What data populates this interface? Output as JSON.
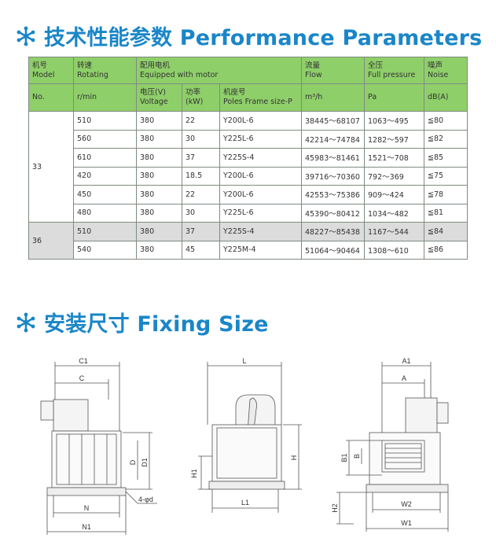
{
  "section1": {
    "title": "技术性能参数 Performance Parameters"
  },
  "section2": {
    "title": "安装尺寸 Fixing Size"
  },
  "table": {
    "header1": {
      "model_cn": "机号",
      "model_en": "Model",
      "rotating_cn": "转速",
      "rotating_en": "Rotating",
      "motor_cn": "配用电机",
      "motor_en": "Equipped with motor",
      "flow_cn": "流量",
      "flow_en": "Flow",
      "pressure_cn": "全压",
      "pressure_en": "Full pressure",
      "noise_cn": "噪声",
      "noise_en": "Noise"
    },
    "header2": {
      "no": "No.",
      "rpm": "r/min",
      "voltage_cn": "电压(V)",
      "voltage_en": "Voltage",
      "power_cn": "功率",
      "power_en": "(kW)",
      "frame_cn": "机座号",
      "frame_en": "Poles Frame size-P",
      "flow_unit": "m³/h",
      "pressure_unit": "Pa",
      "noise_unit": "dB(A)"
    },
    "groups": [
      {
        "model": "33",
        "rows": [
          {
            "rpm": "510",
            "voltage": "380",
            "power": "22",
            "frame": "Y200L-6",
            "flow": "38445～68107",
            "pressure": "1063～495",
            "noise": "≦80"
          },
          {
            "rpm": "560",
            "voltage": "380",
            "power": "30",
            "frame": "Y225L-6",
            "flow": "42214～74784",
            "pressure": "1282～597",
            "noise": "≦82"
          },
          {
            "rpm": "610",
            "voltage": "380",
            "power": "37",
            "frame": "Y225S-4",
            "flow": "45983～81461",
            "pressure": "1521～708",
            "noise": "≦85"
          },
          {
            "rpm": "420",
            "voltage": "380",
            "power": "18.5",
            "frame": "Y200L-6",
            "flow": "39716～70360",
            "pressure": "792～369",
            "noise": "≦75"
          },
          {
            "rpm": "450",
            "voltage": "380",
            "power": "22",
            "frame": "Y200L-6",
            "flow": "42553～75386",
            "pressure": "909～424",
            "noise": "≦78"
          },
          {
            "rpm": "480",
            "voltage": "380",
            "power": "30",
            "frame": "Y225L-6",
            "flow": "45390～80412",
            "pressure": "1034～482",
            "noise": "≦81"
          }
        ]
      },
      {
        "model": "36",
        "rows": [
          {
            "rpm": "510",
            "voltage": "380",
            "power": "37",
            "frame": "Y225S-4",
            "flow": "48227～85438",
            "pressure": "1167～544",
            "noise": "≦84"
          },
          {
            "rpm": "540",
            "voltage": "380",
            "power": "45",
            "frame": "Y225M-4",
            "flow": "51064～90464",
            "pressure": "1308～610",
            "noise": "≦86"
          }
        ]
      }
    ]
  },
  "drawing": {
    "front_labels": {
      "c1": "C1",
      "c": "C",
      "d": "D",
      "d1": "D1",
      "n": "N",
      "n1": "N1",
      "hole": "4-φd"
    },
    "side_labels": {
      "l": "L",
      "l1": "L1",
      "h": "H",
      "h1": "H1"
    },
    "rear_labels": {
      "a1": "A1",
      "a": "A",
      "b": "B",
      "b1": "B1",
      "w2": "W2",
      "w1": "W1",
      "h2": "H2"
    }
  },
  "colors": {
    "title": "#1a86c8",
    "header_bg": "#8fcf6a",
    "group_bg": "#dcdcdc"
  },
  "icons": {
    "title_icon": "snowflake-icon"
  }
}
